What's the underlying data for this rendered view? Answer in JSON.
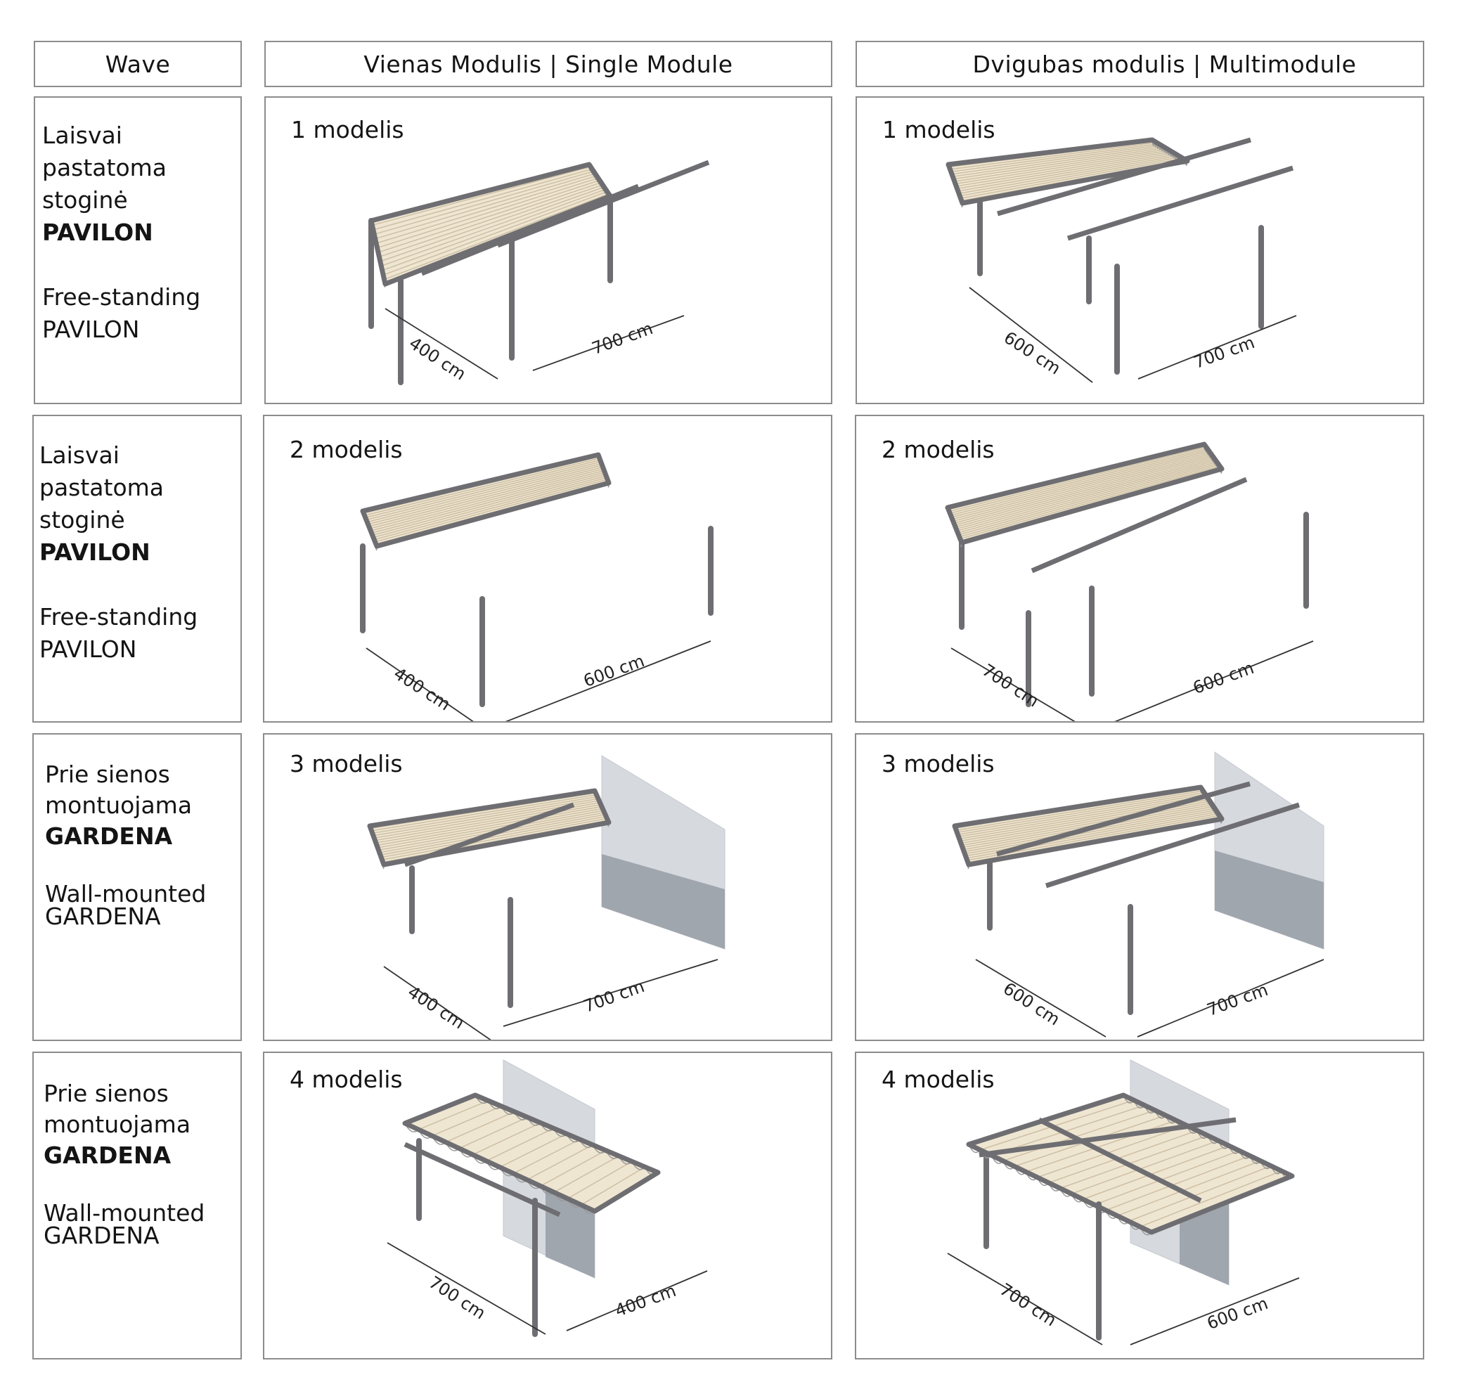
{
  "headers": {
    "col1": "Wave",
    "col2": "Vienas Modulis | Single Module",
    "col3": "Dvigubas modulis | Multimodule"
  },
  "rows": [
    {
      "desc": {
        "l1": "Laisvai",
        "l2": "pastatoma",
        "l3": "stoginė",
        "bold": "PAVILON",
        "en1": "Free-standing",
        "en2": "PAVILON"
      },
      "single": {
        "label": "1 modelis",
        "dim_a": "400 cm",
        "dim_b": "700 cm"
      },
      "multi": {
        "label": "1 modelis",
        "dim_a": "600 cm",
        "dim_b": "700 cm"
      }
    },
    {
      "desc": {
        "l1": "Laisvai",
        "l2": "pastatoma",
        "l3": "stoginė",
        "bold": "PAVILON",
        "en1": "Free-standing",
        "en2": "PAVILON"
      },
      "single": {
        "label": "2 modelis",
        "dim_a": "400 cm",
        "dim_b": "600 cm"
      },
      "multi": {
        "label": "2 modelis",
        "dim_a": "700 cm",
        "dim_b": "600 cm"
      }
    },
    {
      "desc": {
        "l1": "Prie sienos",
        "l2": "montuojama",
        "bold": "GARDENA",
        "en1": "Wall-mounted",
        "en2": "GARDENA"
      },
      "single": {
        "label": "3 modelis",
        "dim_a": "400 cm",
        "dim_b": "700 cm"
      },
      "multi": {
        "label": "3 modelis",
        "dim_a": "600 cm",
        "dim_b": "700 cm"
      }
    },
    {
      "desc": {
        "l1": "Prie sienos",
        "l2": "montuojama",
        "bold": "GARDENA",
        "en1": "Wall-mounted",
        "en2": "GARDENA"
      },
      "single": {
        "label": "4 modelis",
        "dim_a": "700 cm",
        "dim_b": "400 cm"
      },
      "multi": {
        "label": "4 modelis",
        "dim_a": "700 cm",
        "dim_b": "600 cm"
      }
    }
  ],
  "colors": {
    "frame": "#6e6e72",
    "fabric": "#efe6d2",
    "wall": "#d6d9de",
    "border": "#8c8c8c"
  }
}
